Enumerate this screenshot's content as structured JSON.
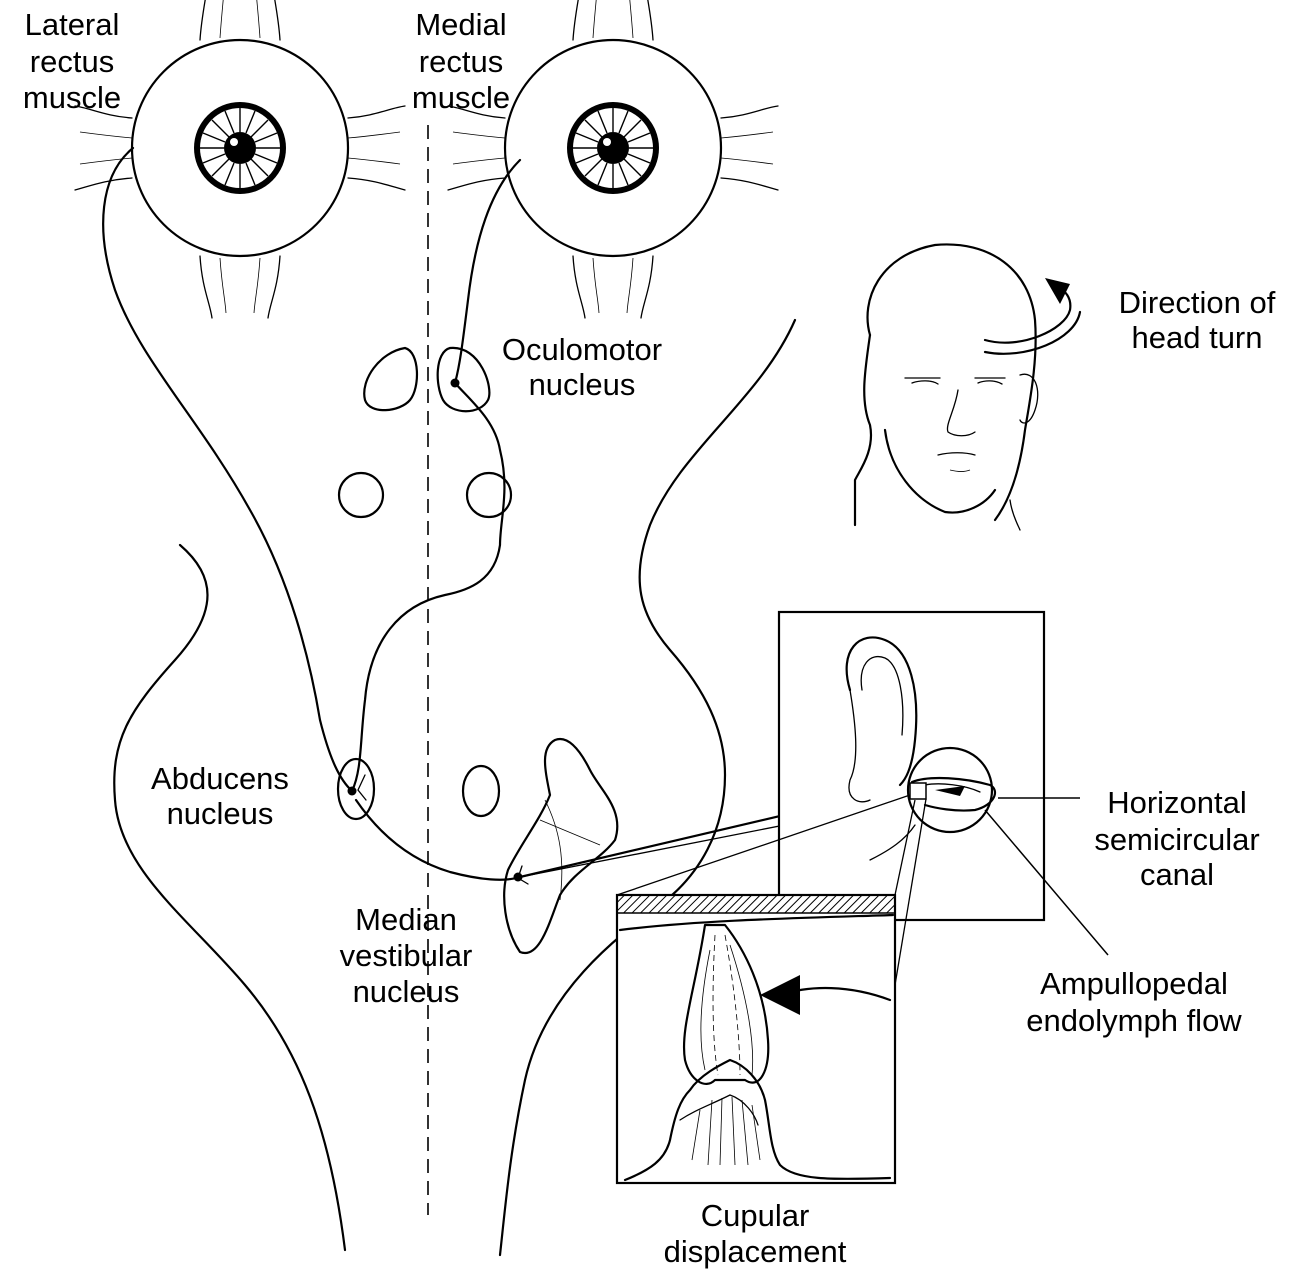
{
  "labels": {
    "lateral_rectus": [
      "Lateral",
      "rectus",
      "muscle"
    ],
    "medial_rectus": [
      "Medial",
      "rectus",
      "muscle"
    ],
    "direction_head_turn": [
      "Direction of",
      "head turn"
    ],
    "oculomotor_nucleus": [
      "Oculomotor",
      "nucleus"
    ],
    "abducens_nucleus": [
      "Abducens",
      "nucleus"
    ],
    "horizontal_canal": [
      "Horizontal",
      "semicircular",
      "canal"
    ],
    "median_vestibular": [
      "Median",
      "vestibular",
      "nucleus"
    ],
    "ampullopedal": [
      "Ampullopedal",
      "endolymph flow"
    ],
    "cupular": [
      "Cupular",
      "displacement"
    ]
  }
}
